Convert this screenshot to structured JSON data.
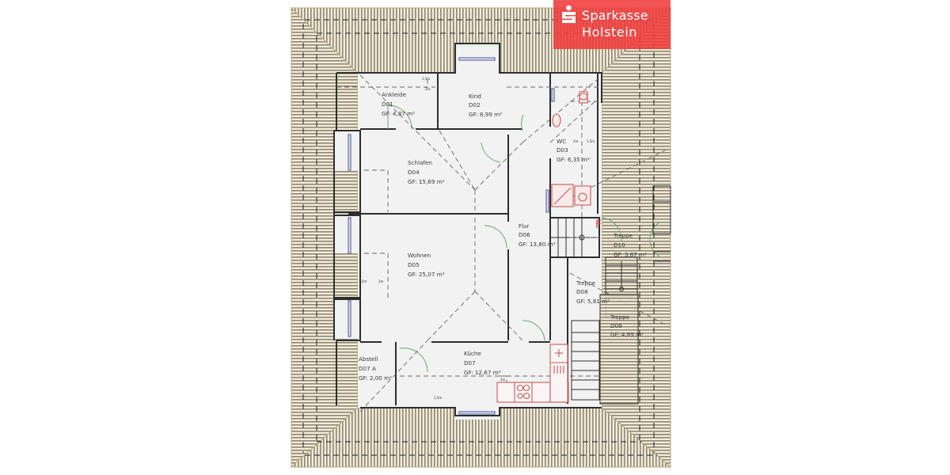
{
  "brand": {
    "name_line1": "Sparkasse",
    "name_line2": "Holstein",
    "color": "#f03c3c"
  },
  "colors": {
    "roof_fill": "#f3ecd6",
    "roof_stripe": "#8d8677",
    "wall": "#2e2e2e",
    "floor": "#f2f2f2",
    "window": "#8e8ec8",
    "door_swing": "#6aaa6a",
    "sanitary": "#c85a5a",
    "dashed": "#555555"
  },
  "rooms": [
    {
      "name": "Ankleide",
      "id": "D01",
      "area": "GF: 4,87 m²"
    },
    {
      "name": "Kind",
      "id": "D02",
      "area": "GF: 8,99 m²"
    },
    {
      "name": "WC",
      "id": "D03",
      "area": "GF: 6,35 m²"
    },
    {
      "name": "Schlafen",
      "id": "D04",
      "area": "GF: 15,69 m²"
    },
    {
      "name": "Wohnen",
      "id": "D05",
      "area": "GF: 25,07 m²"
    },
    {
      "name": "Flur",
      "id": "D06",
      "area": "GF: 13,80 m²"
    },
    {
      "name": "Treppe",
      "id": "D08",
      "area": "GF: 5,81 m²"
    },
    {
      "name": "Treppe",
      "id": "D10",
      "area": "GF: 3,87 m²"
    },
    {
      "name": "Treppe",
      "id": "D09",
      "area": "GF: 4,69 m²"
    },
    {
      "name": "Abstell",
      "id": "D07 A",
      "area": "GF: 2,00 m²"
    },
    {
      "name": "Küche",
      "id": "D07",
      "area": "GF: 12,67 m²"
    }
  ],
  "dimensions": {
    "h15_top": "1,5m",
    "h2_top": "2m",
    "wc_2m": "2m",
    "wc_15": "1,5m",
    "wohnen_15": "1,5m",
    "wohnen_2": "2m",
    "kueche_2": "2m",
    "abstell_15": "1,5m"
  },
  "markers": {
    "fire_exit": "F"
  }
}
